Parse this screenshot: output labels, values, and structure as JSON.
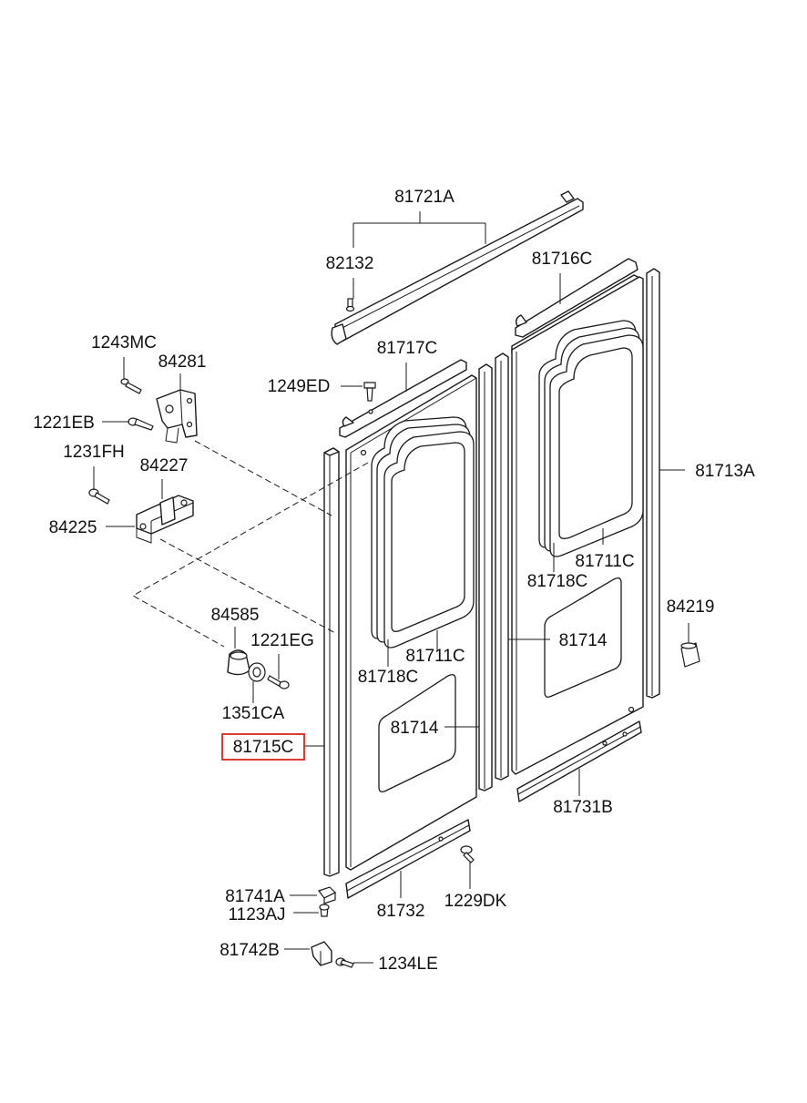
{
  "colors": {
    "line": "#1a1a1a",
    "highlight": "#d9261c",
    "background": "#ffffff"
  },
  "highlighted_part": "81715C",
  "labels": {
    "p81721A": "81721A",
    "p82132": "82132",
    "p81716C": "81716C",
    "p1243MC": "1243MC",
    "p84281": "84281",
    "p81717C": "81717C",
    "p1249ED": "1249ED",
    "p1221EB": "1221EB",
    "p1231FH": "1231FH",
    "p84227": "84227",
    "p84225": "84225",
    "p81713A": "81713A",
    "p81711C_right": "81711C",
    "p81718C_right": "81718C",
    "p84219": "84219",
    "p84585": "84585",
    "p1221EG": "1221EG",
    "p81714_right": "81714",
    "p81711C_left": "81711C",
    "p81718C_left": "81718C",
    "p1351CA": "1351CA",
    "p81714_left": "81714",
    "p81715C": "81715C",
    "p81731B": "81731B",
    "p81741A": "81741A",
    "p1229DK": "1229DK",
    "p1123AJ": "1123AJ",
    "p81732": "81732",
    "p81742B": "81742B",
    "p1234LE": "1234LE"
  }
}
